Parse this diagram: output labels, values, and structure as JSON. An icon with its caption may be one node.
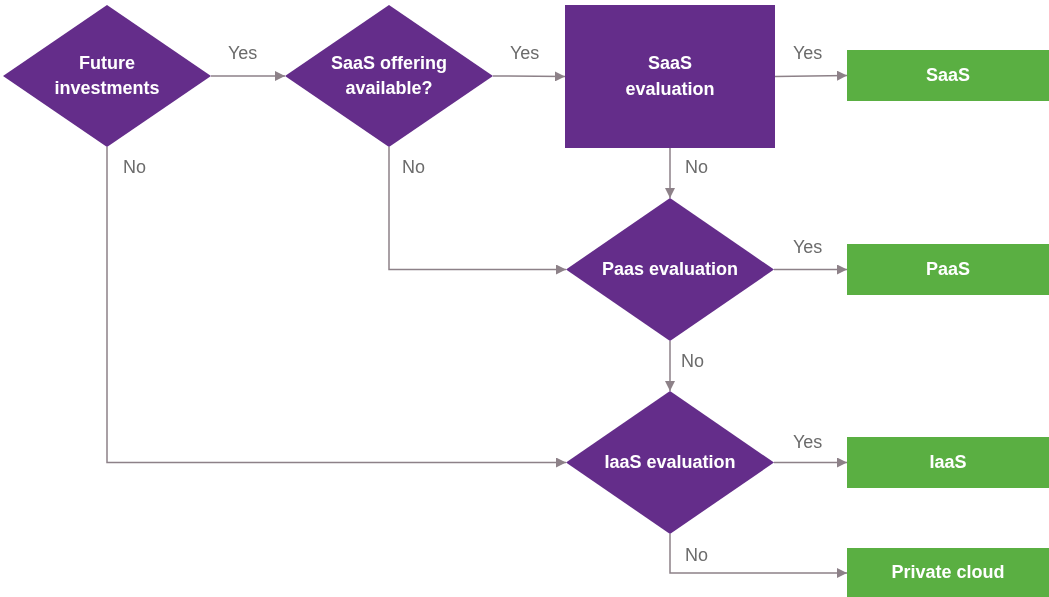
{
  "diagram": {
    "nodes": [
      {
        "text": [
          "Future investments"
        ]
      },
      {
        "text": [
          "SaaS offering available?"
        ]
      },
      {
        "text": [
          "SaaS evaluation"
        ]
      },
      {
        "text": [
          "SaaS"
        ]
      },
      {
        "text": [
          "Paas evaluation"
        ]
      },
      {
        "text": [
          "PaaS"
        ]
      },
      {
        "text": [
          "IaaS evaluation"
        ]
      },
      {
        "text": [
          "IaaS"
        ]
      },
      {
        "text": [
          "Private cloud"
        ]
      }
    ],
    "edges": [
      {
        "from": 0,
        "to": 1,
        "arrow": "to",
        "label": "Yes"
      },
      {
        "from": 1,
        "to": 2,
        "arrow": "to",
        "label": "Yes"
      },
      {
        "from": 2,
        "to": 3,
        "arrow": "to",
        "label": "Yes"
      },
      {
        "from": 0,
        "to": 6,
        "arrow": "to",
        "label": "No"
      },
      {
        "from": 1,
        "to": 4,
        "arrow": "to",
        "label": "No"
      },
      {
        "from": 2,
        "to": 4,
        "arrow": "to",
        "label": "No"
      },
      {
        "from": 4,
        "to": 5,
        "arrow": "to",
        "label": "Yes"
      },
      {
        "from": 4,
        "to": 6,
        "arrow": "to",
        "label": "No"
      },
      {
        "from": 6,
        "to": 7,
        "arrow": "to",
        "label": "Yes"
      },
      {
        "from": 6,
        "to": 8,
        "arrow": "to",
        "label": "No"
      }
    ]
  }
}
